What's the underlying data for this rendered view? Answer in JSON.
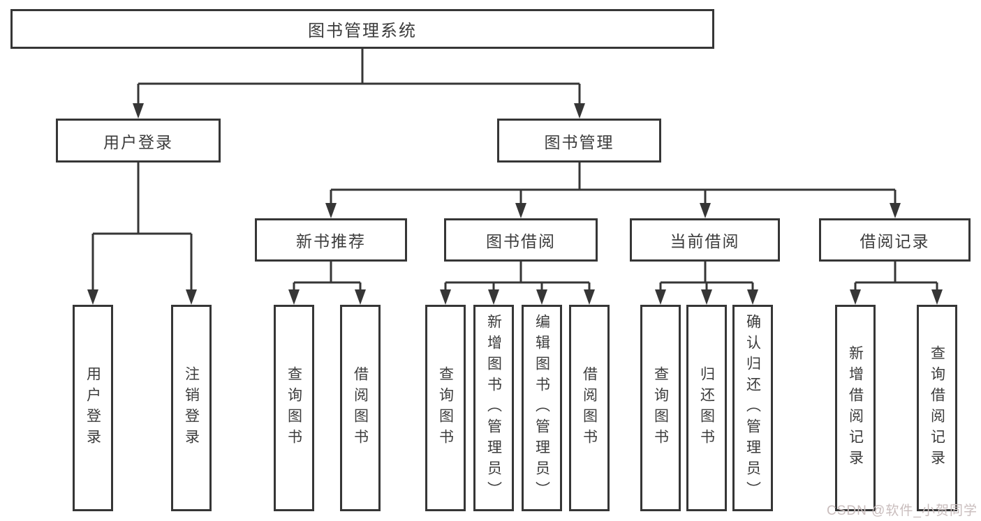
{
  "colors": {
    "line": "#363636",
    "text": "#3c3c3c",
    "box_background": "#ffffff",
    "watermark_text": "#c9bdbd"
  },
  "tree": {
    "root": "图书管理系统",
    "branches": [
      {
        "label": "用户登录",
        "children": [
          "用户登录",
          "注销登录"
        ]
      },
      {
        "label": "图书管理",
        "groups": [
          {
            "label": "新书推荐",
            "children": [
              "查询图书",
              "借阅图书"
            ]
          },
          {
            "label": "图书借阅",
            "children": [
              "查询图书",
              "新增图书（管理员）",
              "编辑图书（管理员）",
              "借阅图书"
            ]
          },
          {
            "label": "当前借阅",
            "children": [
              "查询图书",
              "归还图书",
              "确认归还（管理员）"
            ]
          },
          {
            "label": "借阅记录",
            "children": [
              "新增借阅记录",
              "查询借阅记录"
            ]
          }
        ]
      }
    ]
  },
  "watermark": "CSDN @软件_小贺同学"
}
